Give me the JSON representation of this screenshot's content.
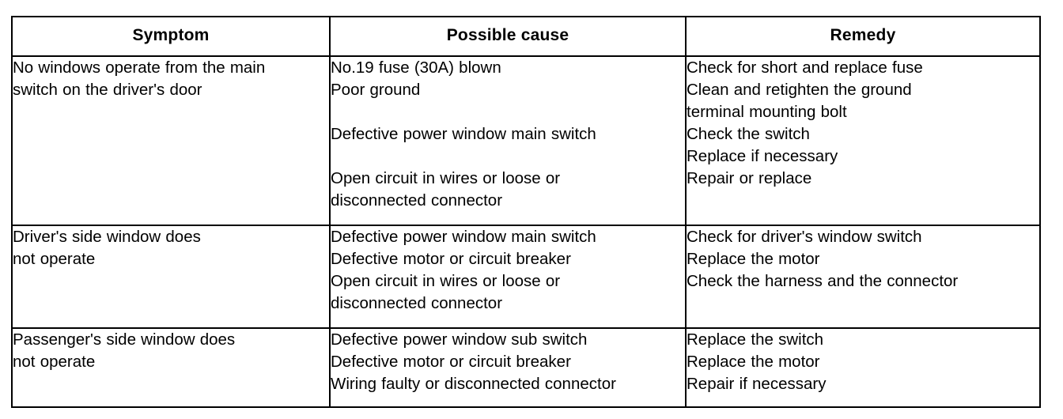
{
  "table": {
    "headers": [
      {
        "label": "Symptom"
      },
      {
        "label": "Possible cause"
      },
      {
        "label": "Remedy"
      }
    ],
    "rows": [
      {
        "symptom": "No windows operate from the main\nswitch on the driver's door",
        "cause": "No.19 fuse (30A) blown\nPoor ground\n\nDefective power window main switch\n\nOpen circuit in wires or loose or\ndisconnected connector",
        "remedy": "Check for short and replace fuse\nClean and retighten the ground\nterminal mounting bolt\nCheck the switch\nReplace if necessary\nRepair or replace"
      },
      {
        "symptom": "Driver's side window does\nnot operate",
        "cause": "Defective power window main switch\nDefective motor or circuit breaker\nOpen circuit in wires or loose or\ndisconnected connector",
        "remedy": "Check for driver's window switch\nReplace the motor\nCheck the harness and the connector"
      },
      {
        "symptom": "Passenger's side window does\nnot operate",
        "cause": "Defective power window sub switch\nDefective motor or circuit breaker\nWiring faulty or disconnected connector",
        "remedy": "Replace the switch\nReplace the motor\nRepair if necessary"
      }
    ]
  },
  "colors": {
    "ink": "#000000",
    "paper": "#ffffff"
  }
}
